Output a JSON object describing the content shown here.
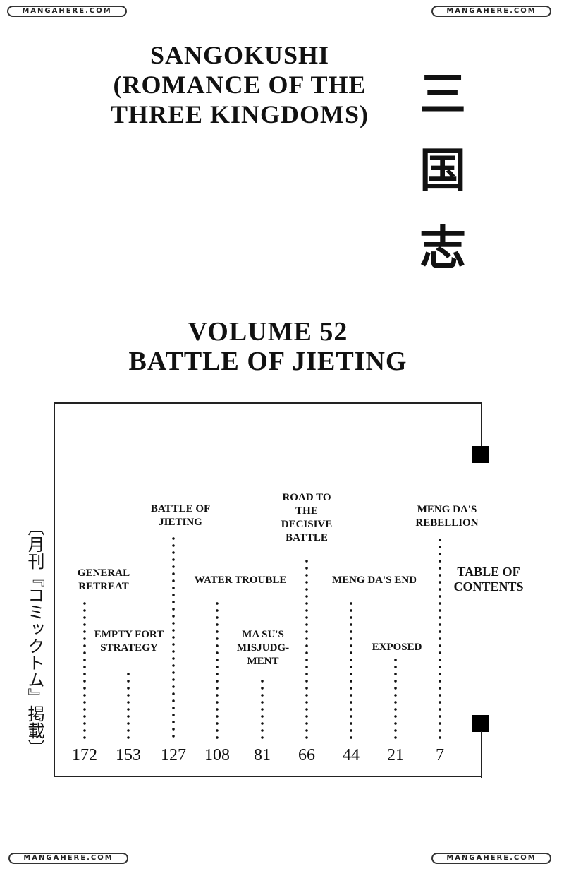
{
  "watermark": "MANGAHERE.COM",
  "title_lines": [
    "Sangokushi",
    "(Romance of the",
    "Three Kingdoms)"
  ],
  "kanji": [
    "三",
    "国",
    "志"
  ],
  "volume": "Volume 52",
  "subtitle": "Battle of Jieting",
  "vertical_note": "〔月刊『コミックトム』掲載〕",
  "chapters": [
    {
      "title": "General Retreat",
      "page": "172"
    },
    {
      "title": "Empty Fort Strategy",
      "page": "153"
    },
    {
      "title": "Battle of Jieting",
      "page": "127"
    },
    {
      "title": "Water Trouble",
      "page": "108"
    },
    {
      "title": "Ma Su's Misjudg- ment",
      "page": "81"
    },
    {
      "title": "Road to the Decisive Battle",
      "page": "66"
    },
    {
      "title": "Meng Da's End",
      "page": "44"
    },
    {
      "title": "Exposed",
      "page": "21"
    },
    {
      "title": "Meng Da's Rebellion",
      "page": "7"
    }
  ],
  "toc_label": "Table of Contents"
}
